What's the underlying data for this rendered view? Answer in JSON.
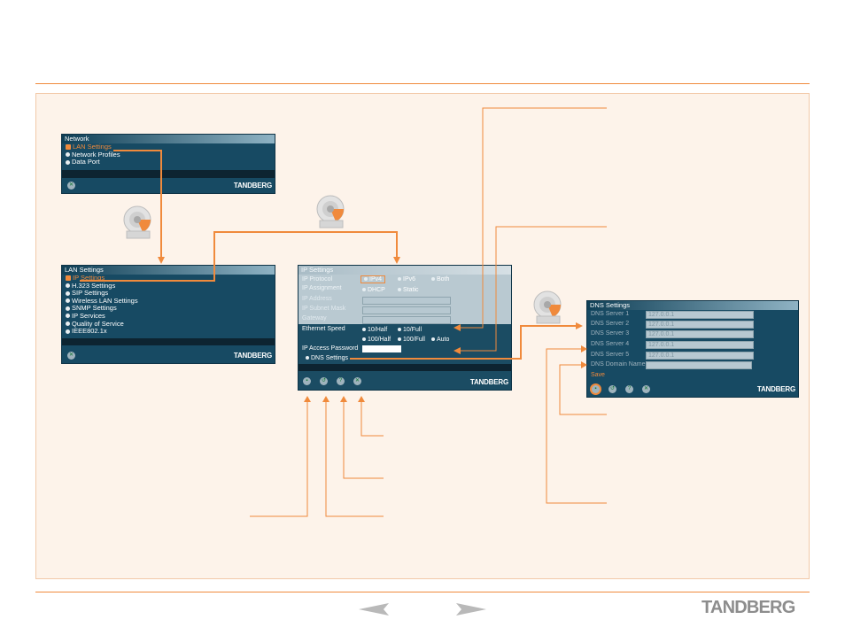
{
  "network_menu": {
    "title": "Network",
    "items": [
      "LAN Settings",
      "Network Profiles",
      "Data Port"
    ],
    "brand": "TANDBERG"
  },
  "lan_menu": {
    "title": "LAN Settings",
    "items": [
      "IP Settings",
      "H.323 Settings",
      "SIP Settings",
      "Wireless LAN Settings",
      "SNMP Settings",
      "IP Services",
      "Quality of Service",
      "IEEE802.1x"
    ],
    "brand": "TANDBERG"
  },
  "ip_menu": {
    "title": "IP Settings",
    "protocol_label": "IP Protocol",
    "protocol_options": [
      "IPv4",
      "IPv6",
      "Both"
    ],
    "assignment_label": "IP Assignment",
    "assignment_options": [
      "DHCP",
      "Static"
    ],
    "address_label": "IP Address",
    "subnet_label": "IP Subnet Mask",
    "gateway_label": "Gateway",
    "speed_label": "Ethernet Speed",
    "speed_options": [
      "10/Half",
      "10/Full",
      "100/Half",
      "100/Full",
      "Auto"
    ],
    "password_label": "IP Access Password",
    "dns_link": "DNS Settings",
    "brand": "TANDBERG"
  },
  "dns_menu": {
    "title": "DNS Settings",
    "rows": [
      {
        "label": "DNS Server 1",
        "value": "127.0.0.1"
      },
      {
        "label": "DNS Server 2",
        "value": "127.0.0.1"
      },
      {
        "label": "DNS Server 3",
        "value": "127.0.0.1"
      },
      {
        "label": "DNS Server 4",
        "value": "127.0.0.1"
      },
      {
        "label": "DNS Server 5",
        "value": "127.0.0.1"
      },
      {
        "label": "DNS Domain Name",
        "value": ""
      }
    ],
    "save_label": "Save",
    "brand": "TANDBERG"
  },
  "footer": {
    "brand": "TANDBERG",
    "prev_icon": "left-arrow-icon",
    "next_icon": "right-arrow-icon"
  },
  "colors": {
    "accent": "#f08a3c",
    "osd_bg": "#174a63",
    "osd_bar": "#0d2431"
  }
}
